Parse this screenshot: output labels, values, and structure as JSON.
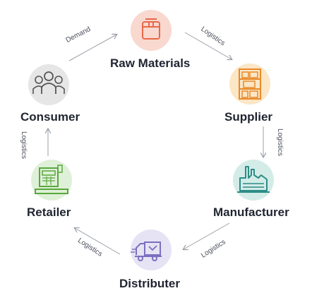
{
  "diagram": {
    "nodes": {
      "raw_materials": {
        "label": "Raw Materials",
        "icon": "box-icon",
        "circle_color": "#f8d8cf",
        "icon_color": "#e8684a"
      },
      "supplier": {
        "label": "Supplier",
        "icon": "shelf-icon",
        "circle_color": "#fbe6c6",
        "icon_color": "#e88a2a"
      },
      "manufacturer": {
        "label": "Manufacturer",
        "icon": "factory-icon",
        "circle_color": "#d3ece8",
        "icon_color": "#2d8c86"
      },
      "distributer": {
        "label": "Distributer",
        "icon": "truck-icon",
        "circle_color": "#e6e3f4",
        "icon_color": "#7b6fc0"
      },
      "retailer": {
        "label": "Retailer",
        "icon": "cash-register-icon",
        "circle_color": "#dff0d8",
        "icon_color": "#5aa83e"
      },
      "consumer": {
        "label": "Consumer",
        "icon": "people-icon",
        "circle_color": "#e6e6e6",
        "icon_color": "#555555"
      }
    },
    "edges": {
      "demand": "Demand",
      "logistics_raw_supplier": "Logistics",
      "logistics_supplier_manufacturer": "Logistics",
      "logistics_manufacturer_distributer": "Logistics",
      "logistics_distributer_retailer": "Logistics",
      "logistics_retailer_consumer": "Logistics"
    },
    "arrow_color": "#9aa0a8"
  }
}
